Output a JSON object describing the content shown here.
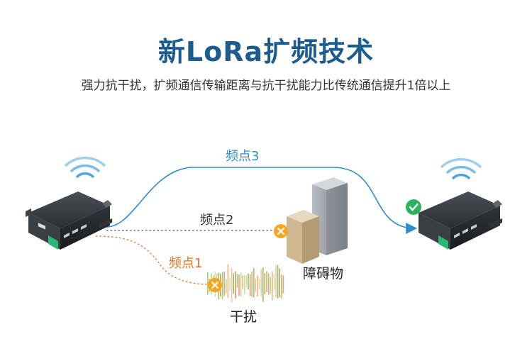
{
  "header": {
    "title": "新LoRa扩频技术",
    "subtitle": "强力抗干扰，扩频通信传输距离与抗干扰能力比传统通信提升1倍以上"
  },
  "paths": {
    "freq3_label": "频点3",
    "freq2_label": "频点2",
    "freq1_label": "频点1"
  },
  "labels": {
    "obstacle": "障碍物",
    "interference": "干扰"
  },
  "colors": {
    "title": "#1d5c8e",
    "freq3_line": "#2d8fd0",
    "freq2_line": "#444444",
    "freq1_line": "#e0722c",
    "blocked_marker": "#f5a623",
    "success_marker": "#2db35f",
    "wifi": "#4aa8e0"
  },
  "icons": [
    "wifi-icon",
    "check-icon",
    "blocked-x-icon",
    "device"
  ]
}
